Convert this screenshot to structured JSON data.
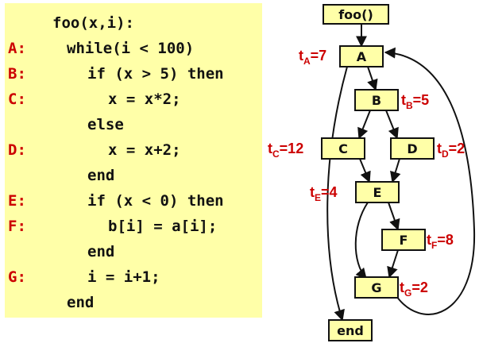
{
  "code": {
    "lines": [
      {
        "label": "",
        "text": "foo(x,i):",
        "indent": 0
      },
      {
        "label": "A:",
        "text": "while(i < 100)",
        "indent": 1
      },
      {
        "label": "B:",
        "text": "if (x > 5) then",
        "indent": 2
      },
      {
        "label": "C:",
        "text": "x = x*2;",
        "indent": 3
      },
      {
        "label": "",
        "text": "else",
        "indent": 2
      },
      {
        "label": "D:",
        "text": "x = x+2;",
        "indent": 3
      },
      {
        "label": "",
        "text": "end",
        "indent": 2
      },
      {
        "label": "E:",
        "text": "if (x < 0) then",
        "indent": 2
      },
      {
        "label": "F:",
        "text": "b[i] = a[i];",
        "indent": 3
      },
      {
        "label": "",
        "text": "end",
        "indent": 2
      },
      {
        "label": "G:",
        "text": "i = i+1;",
        "indent": 2
      },
      {
        "label": "",
        "text": "end",
        "indent": 1
      }
    ]
  },
  "cfg": {
    "nodes": {
      "foo": "foo()",
      "A": "A",
      "B": "B",
      "C": "C",
      "D": "D",
      "E": "E",
      "F": "F",
      "G": "G",
      "end": "end"
    },
    "costs": {
      "A": {
        "prefix": "t",
        "sub": "A",
        "value": "=7"
      },
      "B": {
        "prefix": "t",
        "sub": "B",
        "value": "=5"
      },
      "C": {
        "prefix": "t",
        "sub": "C",
        "value": "=12"
      },
      "D": {
        "prefix": "t",
        "sub": "D",
        "value": "=2"
      },
      "E": {
        "prefix": "t",
        "sub": "E",
        "value": "=4"
      },
      "F": {
        "prefix": "t",
        "sub": "F",
        "value": "=8"
      },
      "G": {
        "prefix": "t",
        "sub": "G",
        "value": "=2"
      }
    }
  },
  "colors": {
    "code_background": "#ffffa8",
    "label_red": "#cc0000",
    "node_fill": "#ffffa8",
    "edge": "#111111"
  }
}
